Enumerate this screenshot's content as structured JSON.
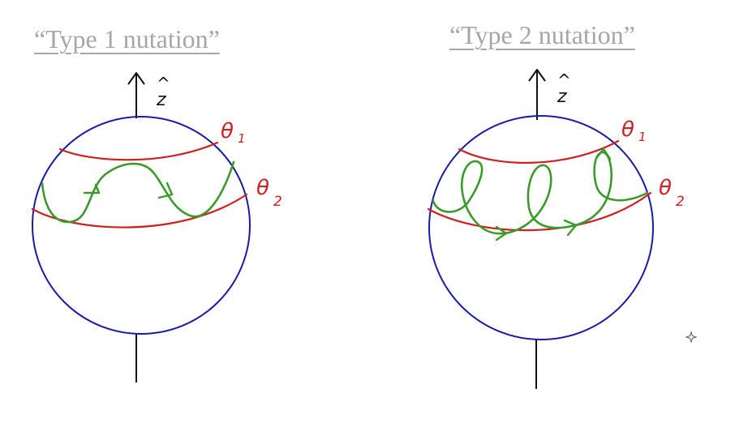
{
  "titles": {
    "left": "“Type 1 nutation”",
    "right": "“Type 2 nutation”"
  },
  "labels": {
    "axis": "ẑ",
    "axis_letter": "z",
    "axis_hat": "^",
    "theta_symbol": "θ",
    "theta1_sub": "1",
    "theta2_sub": "2"
  },
  "colors": {
    "title": "#a6a6a6",
    "sphere": "#1a1aa6",
    "latitude": "#cc2222",
    "path": "#3a9a2a",
    "axis": "#111111"
  },
  "icons": {
    "cursor": "sparkle-cursor-icon"
  }
}
